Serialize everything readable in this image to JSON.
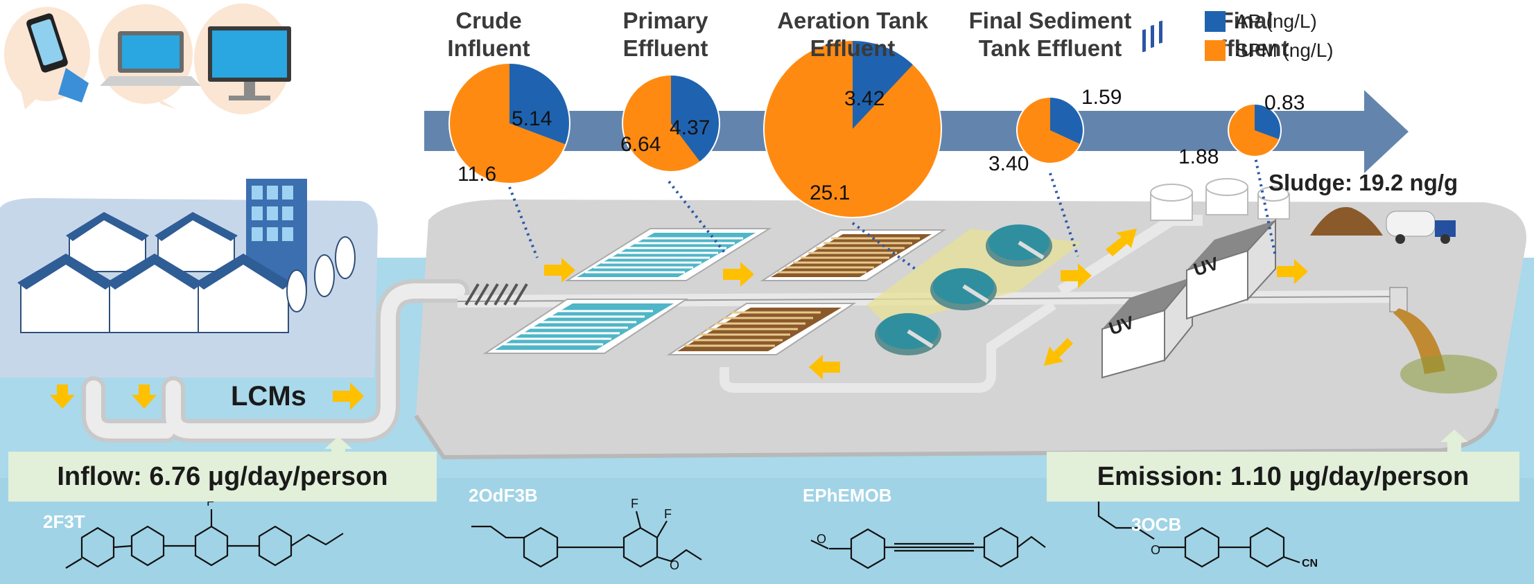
{
  "legend": {
    "ap": {
      "label": "AP (ng/L)",
      "color": "#1f63b0"
    },
    "spm": {
      "label": "SPM (ng/L)",
      "color": "#ff8a12"
    }
  },
  "stages": [
    {
      "title_line1": "Crude",
      "title_line2": "Influent",
      "ap": 5.14,
      "spm": 11.6,
      "ap_label": "5.14",
      "spm_label": "11.6"
    },
    {
      "title_line1": "Primary",
      "title_line2": "Effluent",
      "ap": 4.37,
      "spm": 6.64,
      "ap_label": "4.37",
      "spm_label": "6.64"
    },
    {
      "title_line1": "Aeration Tank",
      "title_line2": "Effluent",
      "ap": 3.42,
      "spm": 25.1,
      "ap_label": "3.42",
      "spm_label": "25.1"
    },
    {
      "title_line1": "Final Sediment",
      "title_line2": "Tank Effluent",
      "ap": 1.59,
      "spm": 3.4,
      "ap_label": "1.59",
      "spm_label": "3.40"
    },
    {
      "title_line1": "Final",
      "title_line2": "Effluent",
      "ap": 0.83,
      "spm": 1.88,
      "ap_label": "0.83",
      "spm_label": "1.88"
    }
  ],
  "sludge_label": "Sludge: 19.2 ng/g",
  "lcms_label": "LCMs",
  "inflow_label": "Inflow: 6.76 μg/day/person",
  "emission_label": "Emission: 1.10 μg/day/person",
  "uv_label": "UV",
  "compounds": [
    "2F3T",
    "2OdF3B",
    "EPhEMOB",
    "3OCB"
  ],
  "atoms": {
    "fluorine": "F",
    "oxygen": "O",
    "nitrile": "CN"
  },
  "colors": {
    "water": "#a9d9ea",
    "plant": "#d4d4d4",
    "arrow": "#5b7ea9",
    "pipe": "#e6e6e6",
    "basin_blue": "#4fb6c7",
    "basin_brown": "#8b5a2b",
    "flow_arrow": "#ffc000"
  }
}
